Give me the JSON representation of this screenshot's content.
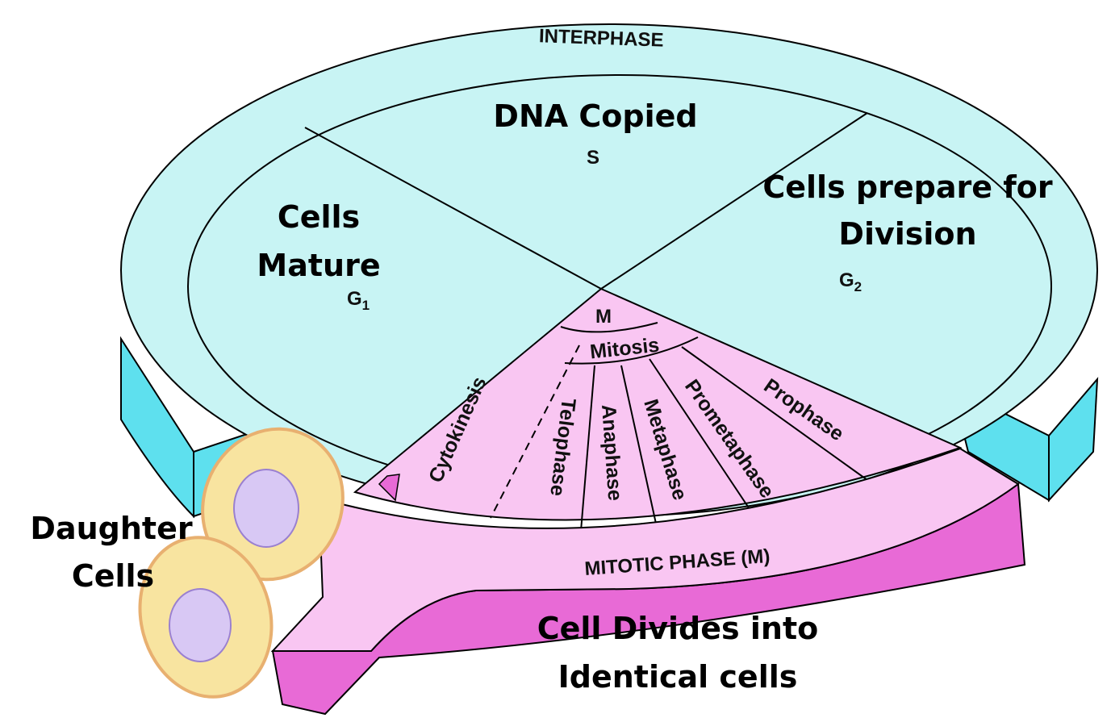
{
  "interphase_label": "INTERPHASE",
  "s": {
    "caption": "DNA Copied",
    "label": "S"
  },
  "g1": {
    "caption_line1": "Cells",
    "caption_line2": "Mature",
    "label": "G",
    "sub": "1"
  },
  "g2": {
    "caption_line1": "Cells prepare for",
    "caption_line2": "Division",
    "label": "G",
    "sub": "2"
  },
  "m_label": "M",
  "mitosis_label": "Mitosis",
  "stages": [
    "Prophase",
    "Prometaphase",
    "Metaphase",
    "Anaphase",
    "Telophase",
    "Cytokinesis"
  ],
  "mitotic_phase_label": "MITOTIC PHASE (M)",
  "divide": {
    "line1": "Cell Divides into",
    "line2": "Identical cells"
  },
  "daughter": {
    "line1": "Daughter",
    "line2": "Cells"
  },
  "colors": {
    "interphase": "#c8f4f4",
    "interphase_side": "#5ee0ee",
    "mitotic_top": "#f9c6f2",
    "mitotic_side": "#e86ad6",
    "cell": "#f8e4a0",
    "nucleus": "#d8c8f4"
  }
}
